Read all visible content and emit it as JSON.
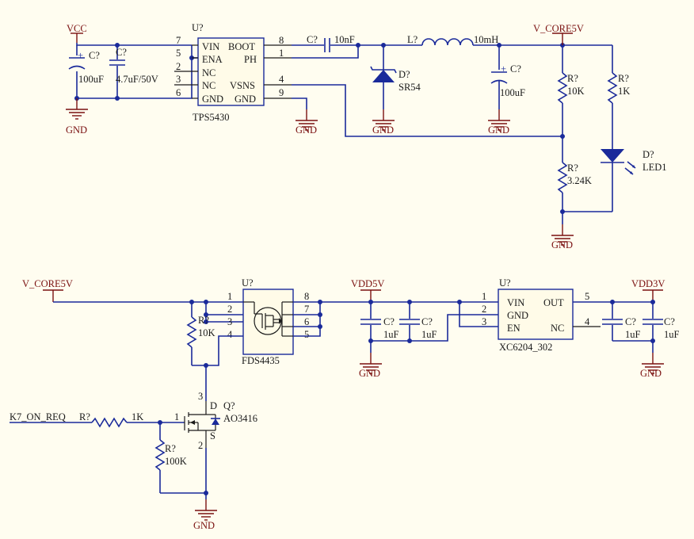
{
  "nets": {
    "vcc": "VCC",
    "v_core5v": "V_CORE5V",
    "v_core5v_2": "V_CORE5V",
    "vdd5v": "VDD5V",
    "vdd3v": "VDD3V",
    "k7_on_req": "K7_ON_REQ",
    "gnd": "GND"
  },
  "u1": {
    "ref": "U?",
    "part": "TPS5430",
    "pins_left": [
      {
        "num": "7",
        "name": "VIN"
      },
      {
        "num": "5",
        "name": "ENA"
      },
      {
        "num": "2",
        "name": "NC"
      },
      {
        "num": "3",
        "name": "NC"
      },
      {
        "num": "6",
        "name": "GND"
      }
    ],
    "pins_right": [
      {
        "num": "8",
        "name": "BOOT"
      },
      {
        "num": "1",
        "name": "PH"
      },
      {
        "num": "4",
        "name": "VSNS"
      },
      {
        "num": "9",
        "name": "GND"
      }
    ]
  },
  "u2": {
    "ref": "U?",
    "part": "FDS4435",
    "pins_left": [
      "1",
      "2",
      "3",
      "4"
    ],
    "pins_right": [
      "8",
      "7",
      "6",
      "5"
    ]
  },
  "u3": {
    "ref": "U?",
    "part": "XC6204_302",
    "pins_left": [
      {
        "num": "1",
        "name": "VIN"
      },
      {
        "num": "2",
        "name": "GND"
      },
      {
        "num": "3",
        "name": "EN"
      }
    ],
    "pins_right": [
      {
        "num": "5",
        "name": "OUT"
      },
      {
        "num": "4",
        "name": "NC"
      }
    ]
  },
  "components": {
    "c_in1": {
      "ref": "C?",
      "value": "100uF"
    },
    "c_in2": {
      "ref": "C?",
      "value": "4.7uF/50V"
    },
    "c_boot": {
      "ref": "C?",
      "value": "10nF"
    },
    "d1": {
      "ref": "D?",
      "value": "SR54"
    },
    "l1": {
      "ref": "L?",
      "value": "10mH"
    },
    "c_out": {
      "ref": "C?",
      "value": "100uF"
    },
    "r_fb1": {
      "ref": "R?",
      "value": "10K"
    },
    "r_fb2": {
      "ref": "R?",
      "value": "3.24K"
    },
    "r_led": {
      "ref": "R?",
      "value": "1K"
    },
    "led": {
      "ref": "D?",
      "value": "LED1"
    },
    "r_gate": {
      "ref": "R?",
      "value": "10K"
    },
    "c5v_1": {
      "ref": "C?",
      "value": "1uF"
    },
    "c5v_2": {
      "ref": "C?",
      "value": "1uF"
    },
    "c3v_1": {
      "ref": "C?",
      "value": "1uF"
    },
    "c3v_2": {
      "ref": "C?",
      "value": "1uF"
    },
    "r_base": {
      "ref": "R?",
      "value": "1K"
    },
    "r_pd": {
      "ref": "R?",
      "value": "100K"
    },
    "q1": {
      "ref": "Q?",
      "value": "AO3416",
      "pin_g": "1",
      "pin_d": "3",
      "pin_s": "2",
      "label_d": "D",
      "label_s": "S"
    }
  },
  "misc": {
    "polarity": "+"
  }
}
